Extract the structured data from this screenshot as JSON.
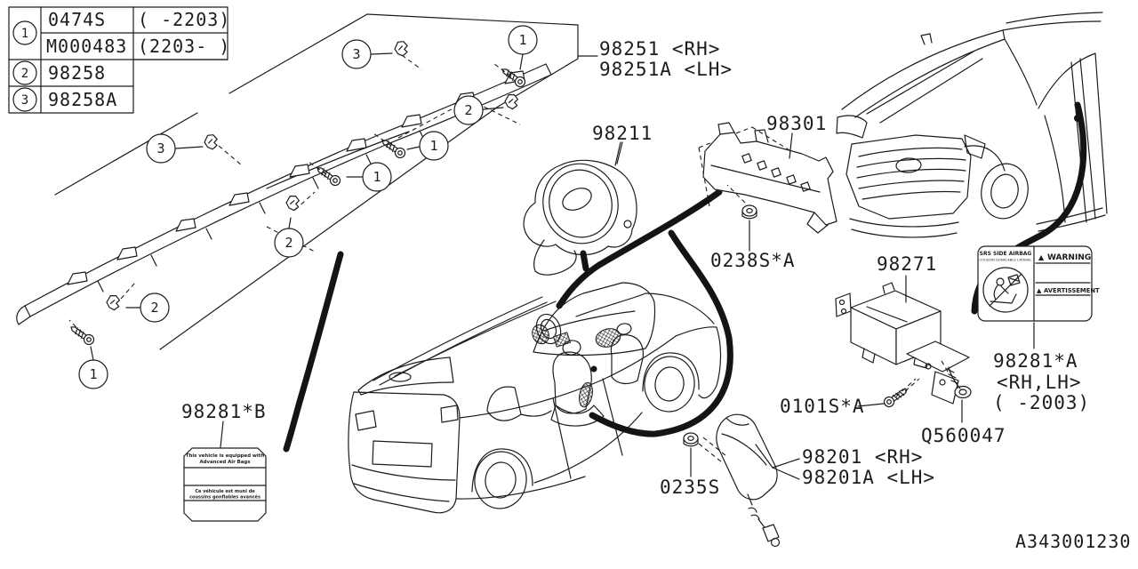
{
  "page": {
    "bg": "#ffffff",
    "ink": "#1c1c1c"
  },
  "legend": {
    "row1_ref": "1",
    "row1_part": "0474S",
    "row1_range": "( -2203)",
    "row2_part": "M000483",
    "row2_range": "(2203- )",
    "row3_ref": "2",
    "row3_part": "98258",
    "row4_ref": "3",
    "row4_part": "98258A"
  },
  "callout": {
    "one": "1",
    "two": "2",
    "three": "3"
  },
  "labels": {
    "curtain_rh": "98251 <RH>",
    "curtain_lh": "98251A <LH>",
    "driver_module": "98211",
    "duct": "98301",
    "nut_a": "0238S*A",
    "passenger_module": "98271",
    "label_a": "98281*A",
    "label_a_side": "<RH,LH>",
    "label_a_range": "( -2003)",
    "label_b": "98281*B",
    "bolt": "0101S*A",
    "screw": "Q560047",
    "seat_rh": "98201 <RH>",
    "seat_lh": "98201A <LH>",
    "nut_b": "0235S",
    "diagram_id": "A343001230"
  },
  "warning_label": {
    "line1": "SRS SIDE AIRBAG",
    "line2": "COUSSIN GONFLABLE LATERAL",
    "tri1": "▲",
    "warning": "WARNING",
    "tri2": "▲",
    "avertissement": "AVERTISSEMENT"
  },
  "advanced_label": {
    "line1": "This vehicle is equipped with",
    "line2": "Advanced Air Bags",
    "line3": "Ce véhicule est muni de",
    "line4": "coussins gonflables avancés"
  }
}
